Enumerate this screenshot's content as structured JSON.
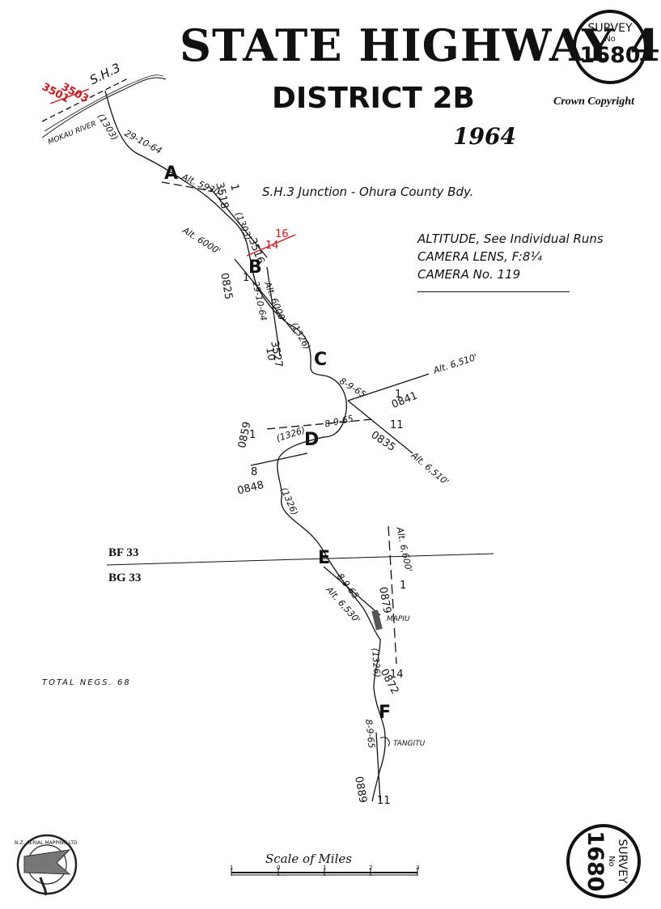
{
  "title": {
    "line1": "STATE HIGHWAY 4",
    "line2": "DISTRICT 2B",
    "year": "1964"
  },
  "copyright": "Crown Copyright",
  "survey_seal": {
    "label": "SURVEY",
    "number_sign": "No",
    "number": "1680"
  },
  "legend": {
    "altitude": "ALTITUDE, See Individual Runs",
    "lens": "CAMERA LENS, F:8¼",
    "camera": "CAMERA No. 119"
  },
  "junction_note": "S.H.3 Junction - Ohura County Bdy.",
  "sheets": {
    "upper": "BF 33",
    "lower": "BG 33"
  },
  "total_negs": "TOTAL NEGS. 68",
  "scale": {
    "title": "Scale of Miles",
    "ticks": [
      "1",
      "0",
      "1",
      "2",
      "3"
    ]
  },
  "top_labels": {
    "sh3": "S.H.3",
    "river": "MOKAU RIVER"
  },
  "places": {
    "mapiu": "MAPIU",
    "tangitu": "TANGITU"
  },
  "runs": {
    "A": {
      "letter": "A",
      "date": "29-10-64",
      "code": "(1303)",
      "alt": "Alt. 5930'",
      "neg_start": "3518",
      "neg_frame": "1",
      "red_a": "3503",
      "red_b": "3501"
    },
    "B": {
      "letter": "B",
      "alt": "Alt. 6000'",
      "code": "(1303)",
      "neg": "3516",
      "red_top": "16",
      "red_mid": "14",
      "alt2": "Alt. 6000'",
      "date": "29-10-64",
      "start_neg": "0825",
      "start_frame": "1",
      "end_frame": "10",
      "end_neg": "3527"
    },
    "C": {
      "letter": "C",
      "code": "(1326)",
      "date": "8-9-65",
      "alt": "Alt. 6,510'",
      "neg_a": "0841",
      "neg_a_frame": "1",
      "neg_b": "0835",
      "neg_b_frame": "11",
      "alt_low": "Alt. 6,510'"
    },
    "D": {
      "letter": "D",
      "code": "(1326)",
      "date": "8-9-65",
      "neg_a": "0859",
      "neg_a_frame": "1",
      "neg_b": "0848",
      "neg_b_frame": "8"
    },
    "E": {
      "letter": "E",
      "code": "(1326)",
      "date": "8-9-65",
      "alt": "Alt. 6,530'",
      "alt_right": "Alt. 6,600'",
      "neg": "0879",
      "neg_frame": "1",
      "neg_end": "0872",
      "neg_end_frame": "14"
    },
    "F": {
      "letter": "F",
      "code": "(1326)",
      "date": "8-9-65",
      "neg": "0889",
      "neg_frame": "11"
    }
  },
  "logo_text": "N.Z. AERIAL MAPPING LTD",
  "colors": {
    "ink": "#111111",
    "red": "#d0181c",
    "paper": "#ffffff"
  }
}
